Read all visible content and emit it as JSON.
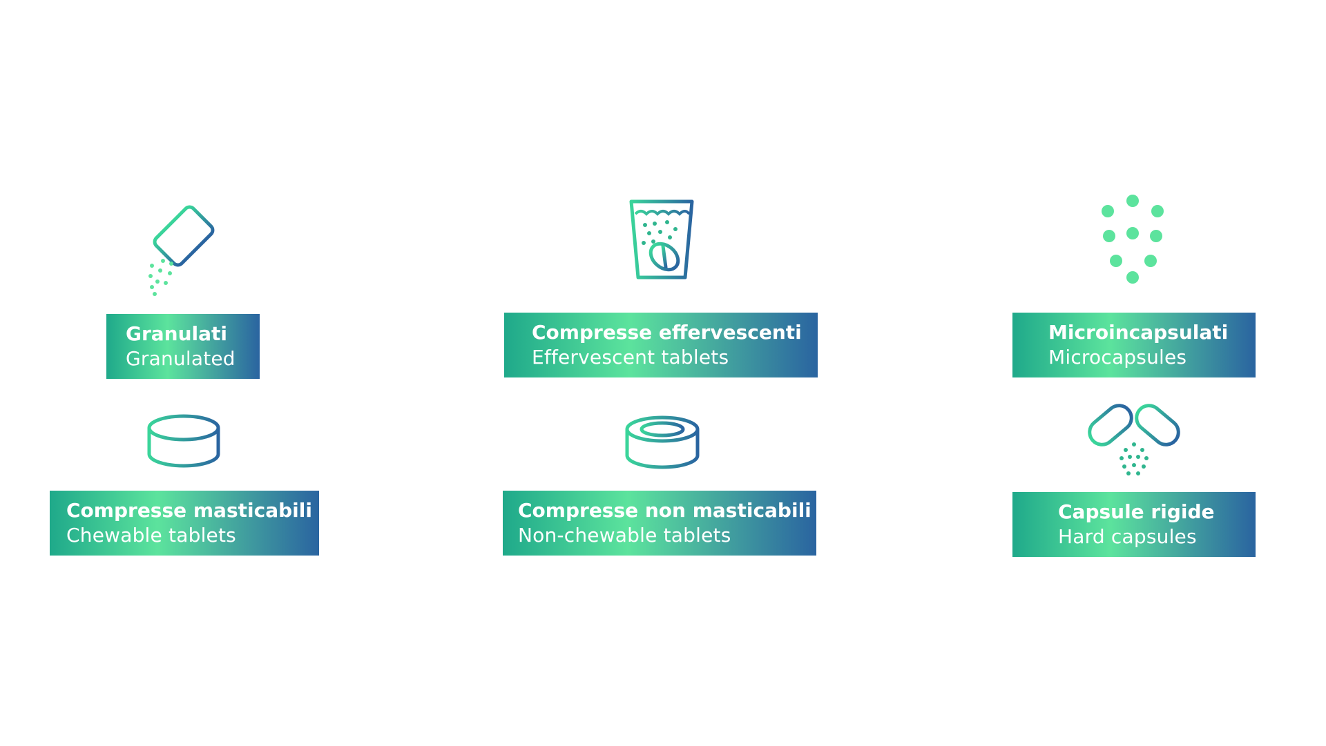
{
  "colors": {
    "gradient_start": "#1fa98a",
    "gradient_mid": "#5ce39d",
    "gradient_end": "#2a64a0",
    "text": "#ffffff"
  },
  "items": [
    {
      "icon": "shaker-granules-icon",
      "it": "Granulati",
      "en": "Granulated"
    },
    {
      "icon": "effervescent-glass-icon",
      "it": "Compresse effervescenti",
      "en": "Effervescent tablets"
    },
    {
      "icon": "microcapsules-dots-icon",
      "it": "Microincapsulati",
      "en": "Microcapsules"
    },
    {
      "icon": "chewable-tablet-icon",
      "it": "Compresse masticabili",
      "en": "Chewable tablets"
    },
    {
      "icon": "non-chewable-tablet-icon",
      "it": "Compresse non masticabili",
      "en": "Non-chewable tablets"
    },
    {
      "icon": "hard-capsule-icon",
      "it": "Capsule rigide",
      "en": "Hard capsules"
    }
  ]
}
